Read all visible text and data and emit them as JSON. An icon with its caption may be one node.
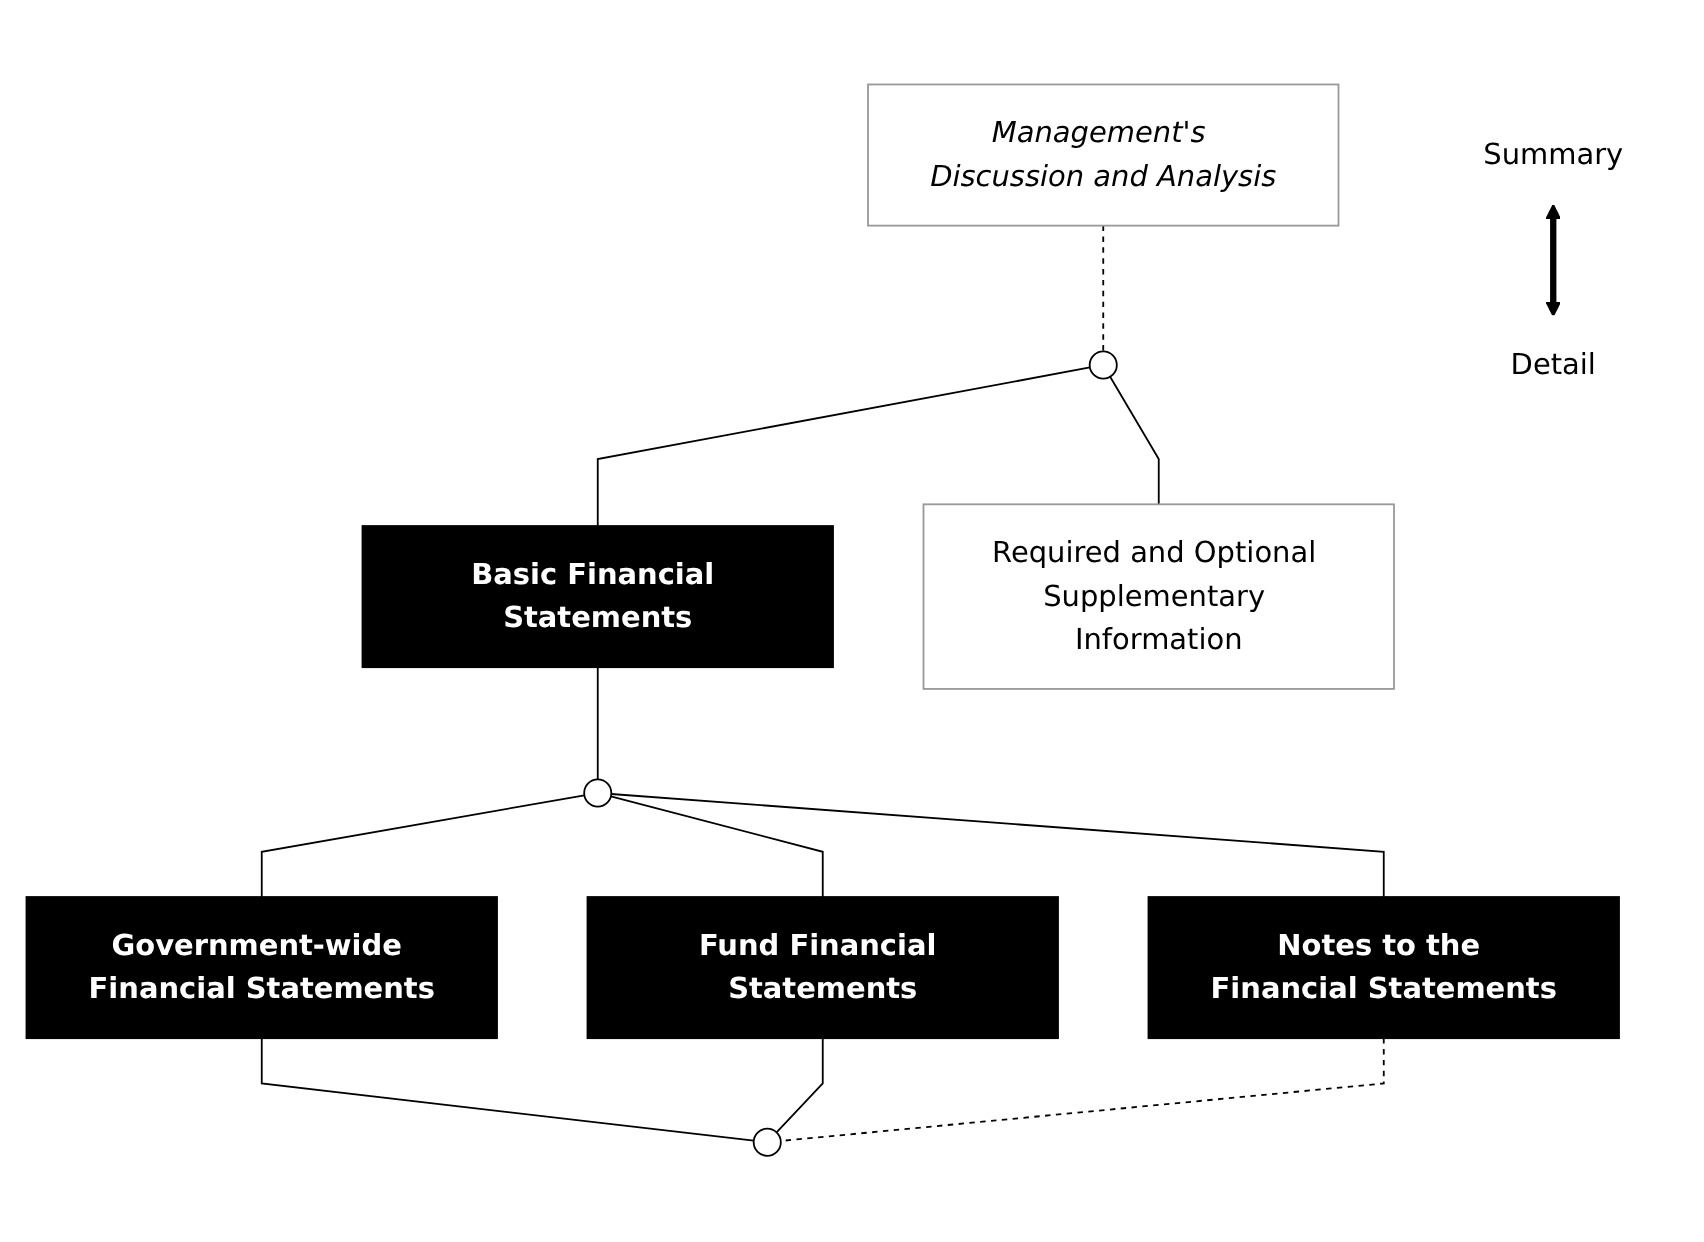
{
  "diagram": {
    "nodes": [
      {
        "text": [],
        "shape": "brace"
      },
      {
        "text": [
          "Management's Discussion and Analysis"
        ]
      },
      {
        "text": [
          "Basic Financial Statements"
        ]
      },
      {
        "text": [
          "Required and Optional Supplementary Information"
        ]
      },
      {
        "text": [],
        "shape": "brace"
      },
      {
        "text": [
          "Government-wide Financial Statements"
        ]
      },
      {
        "text": [
          "Fund Financial Statements"
        ]
      },
      {
        "text": [
          "Notes to the Financial Statements"
        ]
      },
      {
        "text": [],
        "shape": "brace"
      },
      {
        "text": [
          "Summary"
        ]
      },
      {
        "text": [
          "Detail"
        ]
      }
    ],
    "edges": [
      {
        "from": 1,
        "to": 0,
        "arrow": "none",
        "style": "dashed"
      },
      {
        "from": 0,
        "to": 2,
        "arrow": "none"
      },
      {
        "from": 0,
        "to": 3,
        "arrow": "none"
      },
      {
        "from": 2,
        "to": 4,
        "arrow": "none"
      },
      {
        "from": 4,
        "to": 5,
        "arrow": "none"
      },
      {
        "from": 4,
        "to": 6,
        "arrow": "none"
      },
      {
        "from": 4,
        "to": 7,
        "arrow": "none"
      },
      {
        "from": 5,
        "to": 8,
        "arrow": "none"
      },
      {
        "from": 6,
        "to": 8,
        "arrow": "none"
      },
      {
        "from": 7,
        "to": 8,
        "arrow": "none",
        "style": "dashed"
      },
      {
        "from": 9,
        "to": 10,
        "arrow": "both",
        "style": "thick"
      }
    ]
  }
}
